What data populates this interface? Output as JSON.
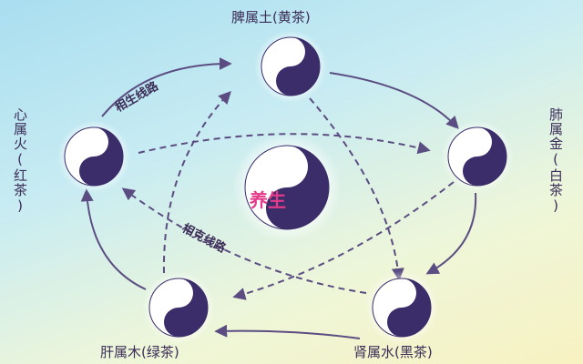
{
  "nodes": {
    "top": "脾属土(黄茶)",
    "left": "心属火(红茶)",
    "right": "肺属金(白茶)",
    "bottom_left": "肝属木(绿茶)",
    "bottom_right": "肾属水(黑茶)"
  },
  "center": {
    "label": "养生"
  },
  "paths": {
    "generating": "相生线路",
    "overcoming": "相克线路"
  },
  "colors": {
    "yin": "#3b2d6a",
    "yang": "#ffffff",
    "arrow": "#5b4d82",
    "center_text": "#e33a8a"
  }
}
